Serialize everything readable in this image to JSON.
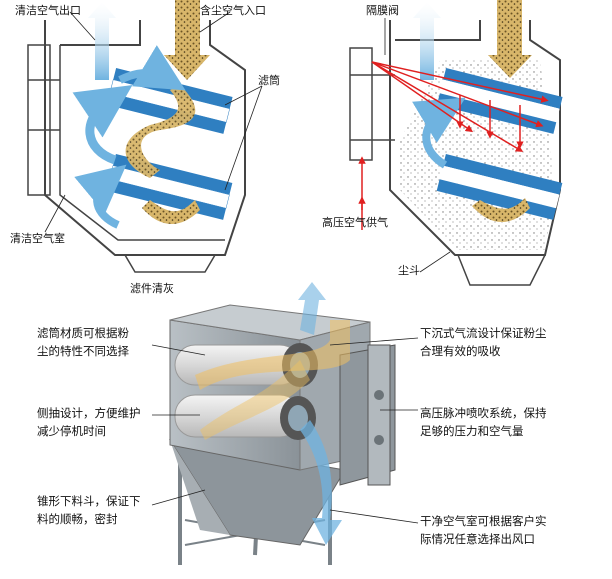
{
  "top_left": {
    "clean_air_outlet": "清洁空气出口",
    "dusty_air_inlet": "含尘空气入口",
    "filter_cartridge": "滤筒",
    "clean_air_chamber": "清洁空气室",
    "filter_cleaning": "滤件清灰"
  },
  "top_right": {
    "diaphragm_valve": "隔膜阀",
    "high_pressure_air": "高压空气供气",
    "dust_hopper": "尘斗"
  },
  "features": {
    "left": [
      [
        "滤筒材质可根据粉",
        "尘的特性不同选择"
      ],
      [
        "侧抽设计，方便维护",
        "减少停机时间"
      ],
      [
        "锥形下料斗，保证下",
        "料的顺畅，密封"
      ]
    ],
    "right": [
      [
        "下沉式气流设计保证粉尘",
        "合理有效的吸收"
      ],
      [
        "高压脉冲喷吹系统，保持",
        "足够的压力和空气量"
      ],
      [
        "干净空气室可根据客户实",
        "际情况任意选择出风口"
      ]
    ]
  },
  "colors": {
    "outline": "#444444",
    "filter_blue": "#2f7fc1",
    "clean_air": "#6fb3e0",
    "dust": "#c9a24a",
    "pulse_arrow": "#e02020",
    "housing": "#9aa2a8"
  }
}
